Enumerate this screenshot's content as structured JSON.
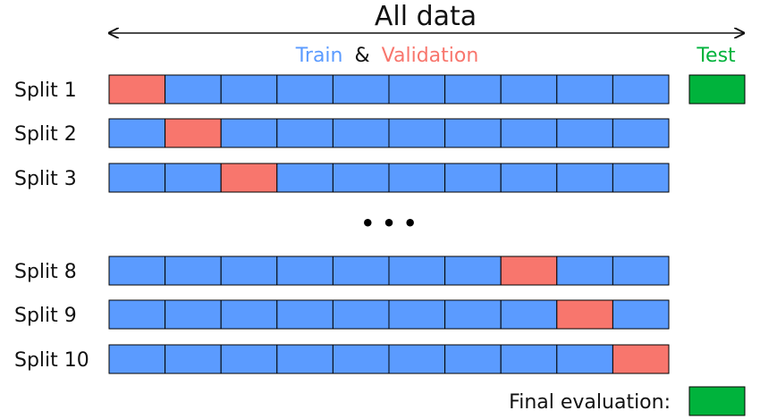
{
  "header": {
    "title": "All data",
    "subtitle_train": "Train",
    "subtitle_amp": "&",
    "subtitle_validation": "Validation",
    "test_label": "Test"
  },
  "colors": {
    "train": "#5b9bff",
    "validation": "#f8766d",
    "test": "#00b33c",
    "border": "#000000",
    "text": "#111111"
  },
  "splits": [
    {
      "label": "Split 1",
      "validation_fold": 1
    },
    {
      "label": "Split 2",
      "validation_fold": 2
    },
    {
      "label": "Split 3",
      "validation_fold": 3
    },
    {
      "label": "Split 8",
      "validation_fold": 8
    },
    {
      "label": "Split 9",
      "validation_fold": 9
    },
    {
      "label": "Split 10",
      "validation_fold": 10
    }
  ],
  "folds_per_split": 10,
  "ellipsis": "• • •",
  "footer": {
    "final_label": "Final evaluation:"
  }
}
